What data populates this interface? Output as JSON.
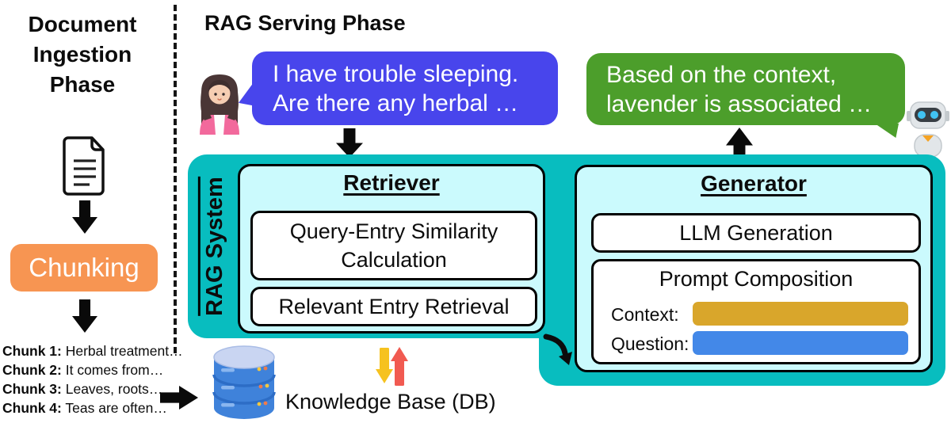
{
  "left": {
    "title_lines": [
      "Document",
      "Ingestion",
      "Phase"
    ],
    "chunking_label": "Chunking",
    "chunks": [
      {
        "prefix": "Chunk 1:",
        "text": " Herbal treatment…"
      },
      {
        "prefix": "Chunk 2:",
        "text": " It comes from…"
      },
      {
        "prefix": "Chunk 3:",
        "text": " Leaves, roots…"
      },
      {
        "prefix": "Chunk 4:",
        "text": " Teas are often…"
      }
    ],
    "chunks_ellipsis": "…"
  },
  "right": {
    "title": "RAG Serving Phase",
    "user_bubble": {
      "line1": "I have trouble sleeping.",
      "line2": "Are there any herbal …"
    },
    "assistant_bubble": {
      "line1": "Based on the context,",
      "line2": "lavender is associated …"
    },
    "rag_system_label": "RAG System",
    "retriever": {
      "title": "Retriever",
      "boxes": [
        "Query-Entry Similarity Calculation",
        "Relevant Entry Retrieval"
      ]
    },
    "generator": {
      "title": "Generator",
      "llm_box": "LLM Generation",
      "prompt_box": {
        "title": "Prompt Composition",
        "context_label": "Context:",
        "question_label": "Question:"
      }
    },
    "knowledge_base_label": "Knowledge Base (DB)"
  },
  "colors": {
    "teal_container": "#08bdbf",
    "panel_cyan": "#cbfafd",
    "chunking_orange": "#f79552",
    "user_bubble_blue": "#4845ec",
    "assistant_bubble_green": "#4c9e2b",
    "context_bar_gold": "#d9a62b",
    "question_bar_blue": "#4388e8",
    "sync_arrow_yellow": "#f6c21f",
    "sync_arrow_red": "#f15a51",
    "database_blue": "#3f82da"
  }
}
